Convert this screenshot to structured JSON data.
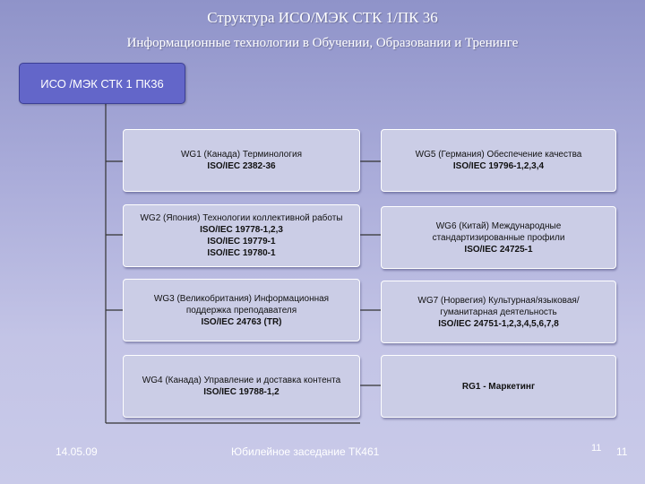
{
  "header": {
    "title": "Структура ИСО/МЭК СТК 1/ПК 36",
    "subtitle": "Информационные технологии в Обучении, Образовании и Тренинге"
  },
  "root_label": "ИСО /МЭК СТК 1 ПК36",
  "groups": {
    "wg1": {
      "label": "WG1 (Канада) Терминология",
      "iso": [
        "ISO/IEC 2382-36"
      ]
    },
    "wg2": {
      "label": "WG2 (Япония) Технологии коллективной работы",
      "iso": [
        "ISO/IEC 19778-1,2,3",
        "ISO/IEC 19779-1",
        "ISO/IEC 19780-1"
      ]
    },
    "wg3": {
      "label": [
        "WG3 (Великобритания) Информационная",
        "поддержка преподавателя"
      ],
      "iso": [
        "ISO/IEC 24763 (TR)"
      ]
    },
    "wg4": {
      "label": "WG4 (Канада) Управление и доставка контента",
      "iso": [
        "ISO/IEC 19788-1,2"
      ]
    },
    "wg5": {
      "label": "WG5 (Германия) Обеспечение качества",
      "iso": [
        "ISO/IEC 19796-1,2,3,4"
      ]
    },
    "wg6": {
      "label": [
        "WG6 (Китай) Международные",
        "стандартизированные профили"
      ],
      "iso": [
        "ISO/IEC 24725-1"
      ]
    },
    "wg7": {
      "label": [
        "WG7 (Норвегия) Культурная/языковая/",
        "гуманитарная деятельность"
      ],
      "iso": [
        "ISO/IEC 24751-1,2,3,4,5,6,7,8"
      ]
    },
    "rg1": {
      "label": "RG1 - Маркетинг"
    }
  },
  "footer": {
    "date": "14.05.09",
    "center": "Юбилейное заседание ТК461",
    "page_a": "11",
    "page_b": "11"
  }
}
